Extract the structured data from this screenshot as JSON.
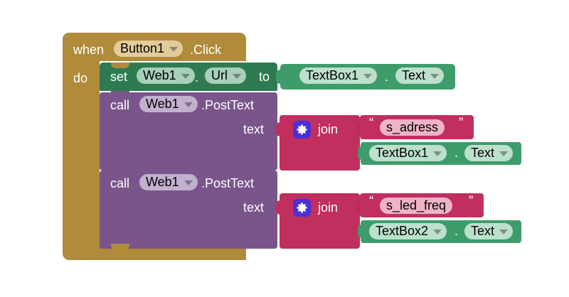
{
  "workspace": {
    "background_color": "#ffffff",
    "palette": {
      "event_block": "#B08B3A",
      "setter_block": "#2E7B52",
      "getter_block": "#3E9C6B",
      "call_block": "#7A558C",
      "text_block": "#C02F5E",
      "mutator_icon": "#4B30D8"
    }
  },
  "event_block": {
    "when_label": "when",
    "component": "Button1",
    "event": ".Click",
    "do_label": "do"
  },
  "setter_block": {
    "set_label": "set",
    "component": "Web1",
    "dot": ".",
    "property": "Url",
    "to_label": "to",
    "value": {
      "component": "TextBox1",
      "dot": ".",
      "property": "Text"
    }
  },
  "call_blocks": [
    {
      "call_label": "call",
      "component": "Web1",
      "method": ".PostText",
      "arg_label": "text",
      "join": {
        "label": "join",
        "mutator_icon": "gear-icon",
        "inputs": [
          {
            "kind": "text",
            "open_quote": "“",
            "value": "s_adress",
            "close_quote": "”"
          },
          {
            "kind": "getter",
            "component": "TextBox1",
            "dot": ".",
            "property": "Text"
          }
        ]
      }
    },
    {
      "call_label": "call",
      "component": "Web1",
      "method": ".PostText",
      "arg_label": "text",
      "join": {
        "label": "join",
        "mutator_icon": "gear-icon",
        "inputs": [
          {
            "kind": "text",
            "open_quote": "“",
            "value": "s_led_freq",
            "close_quote": "”"
          },
          {
            "kind": "getter",
            "component": "TextBox2",
            "dot": ".",
            "property": "Text"
          }
        ]
      }
    }
  ]
}
